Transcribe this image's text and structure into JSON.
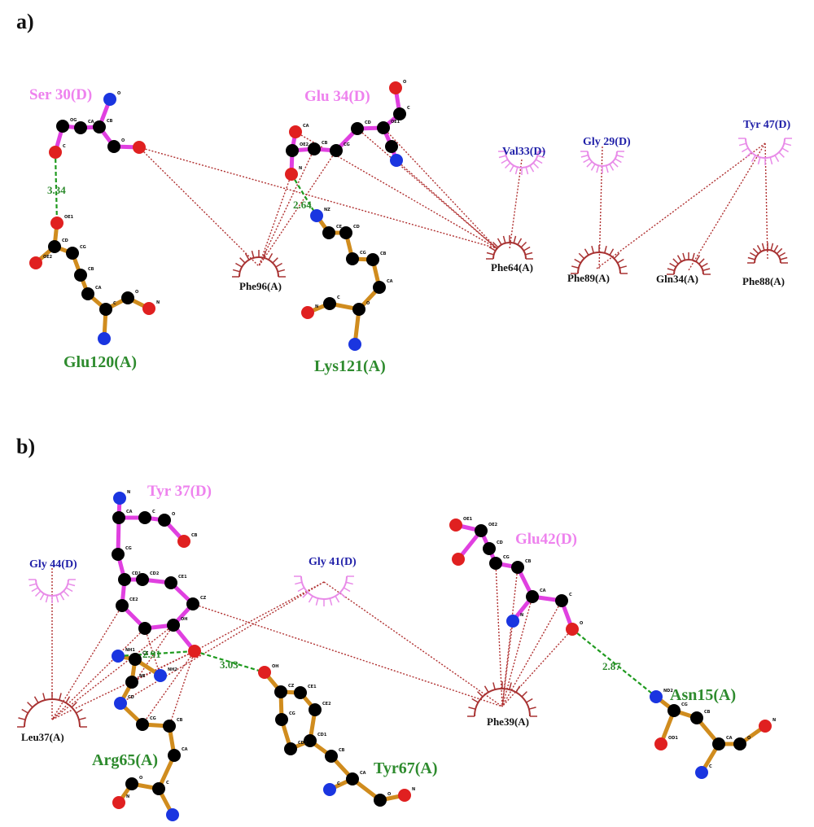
{
  "panels": [
    {
      "label": "a)",
      "ligand_residues": [
        "Ser 30(D)",
        "Glu 34(D)"
      ],
      "protein_residues": [
        "Glu120(A)",
        "Lys121(A)"
      ],
      "hbonds": [
        "3.34",
        "2.64"
      ],
      "hydrophobic_ligand": [
        "Val33(D)",
        "Gly 29(D)",
        "Tyr 47(D)"
      ],
      "hydrophobic_protein": [
        "Phe96(A)",
        "Phe64(A)",
        "Phe89(A)",
        "Gln34(A)",
        "Phe88(A)"
      ]
    },
    {
      "label": "b)",
      "ligand_residues": [
        "Tyr 37(D)",
        "Glu42(D)"
      ],
      "protein_residues": [
        "Arg65(A)",
        "Tyr67(A)",
        "Asn15(A)"
      ],
      "hbonds": [
        "2.91",
        "3.03",
        "2.87"
      ],
      "hydrophobic_ligand": [
        "Gly 44(D)",
        "Gly 41(D)"
      ],
      "hydrophobic_protein": [
        "Leu37(A)",
        "Phe39(A)"
      ]
    }
  ],
  "atom_labels": {
    "ser30": [
      "O",
      "CB",
      "CA",
      "OG",
      "C",
      "O"
    ],
    "glu120": [
      "OE1",
      "CD",
      "OE2",
      "CG",
      "CB",
      "CA",
      "C",
      "O",
      "N"
    ],
    "glu34": [
      "O",
      "C",
      "OE1",
      "CD",
      "CG",
      "CB",
      "CA",
      "OE2",
      "N"
    ],
    "lys121": [
      "NZ",
      "CE",
      "CD",
      "CG",
      "CB",
      "CA",
      "O",
      "C",
      "N"
    ],
    "tyr37": [
      "N",
      "CA",
      "C",
      "O",
      "CB",
      "CG",
      "CD1",
      "CD2",
      "CE1",
      "CE2",
      "CZ",
      "OH"
    ],
    "arg65": [
      "NH1",
      "CZ",
      "NH2",
      "NE",
      "CD",
      "CG",
      "CB",
      "CA",
      "C",
      "O",
      "N"
    ],
    "tyr67": [
      "OH",
      "CZ",
      "CE1",
      "CE2",
      "CD1",
      "CD2",
      "CG",
      "CB",
      "CA",
      "C",
      "O",
      "N"
    ],
    "glu42": [
      "OE1",
      "OE2",
      "CD",
      "CG",
      "CB",
      "CA",
      "N",
      "C",
      "O"
    ],
    "asn15": [
      "ND2",
      "CG",
      "OD1",
      "CB",
      "CA",
      "C",
      "O",
      "N"
    ]
  },
  "colors": {
    "ligand_bond": "#e040e0",
    "protein_bond": "#d08c1e",
    "carbon": "#000000",
    "oxygen": "#e02020",
    "nitrogen": "#1a35e0",
    "hbond": "#1f9a1f",
    "contact": "#b03030",
    "ligand_arc": "#e88ae8",
    "protein_arc": "#a83232"
  }
}
